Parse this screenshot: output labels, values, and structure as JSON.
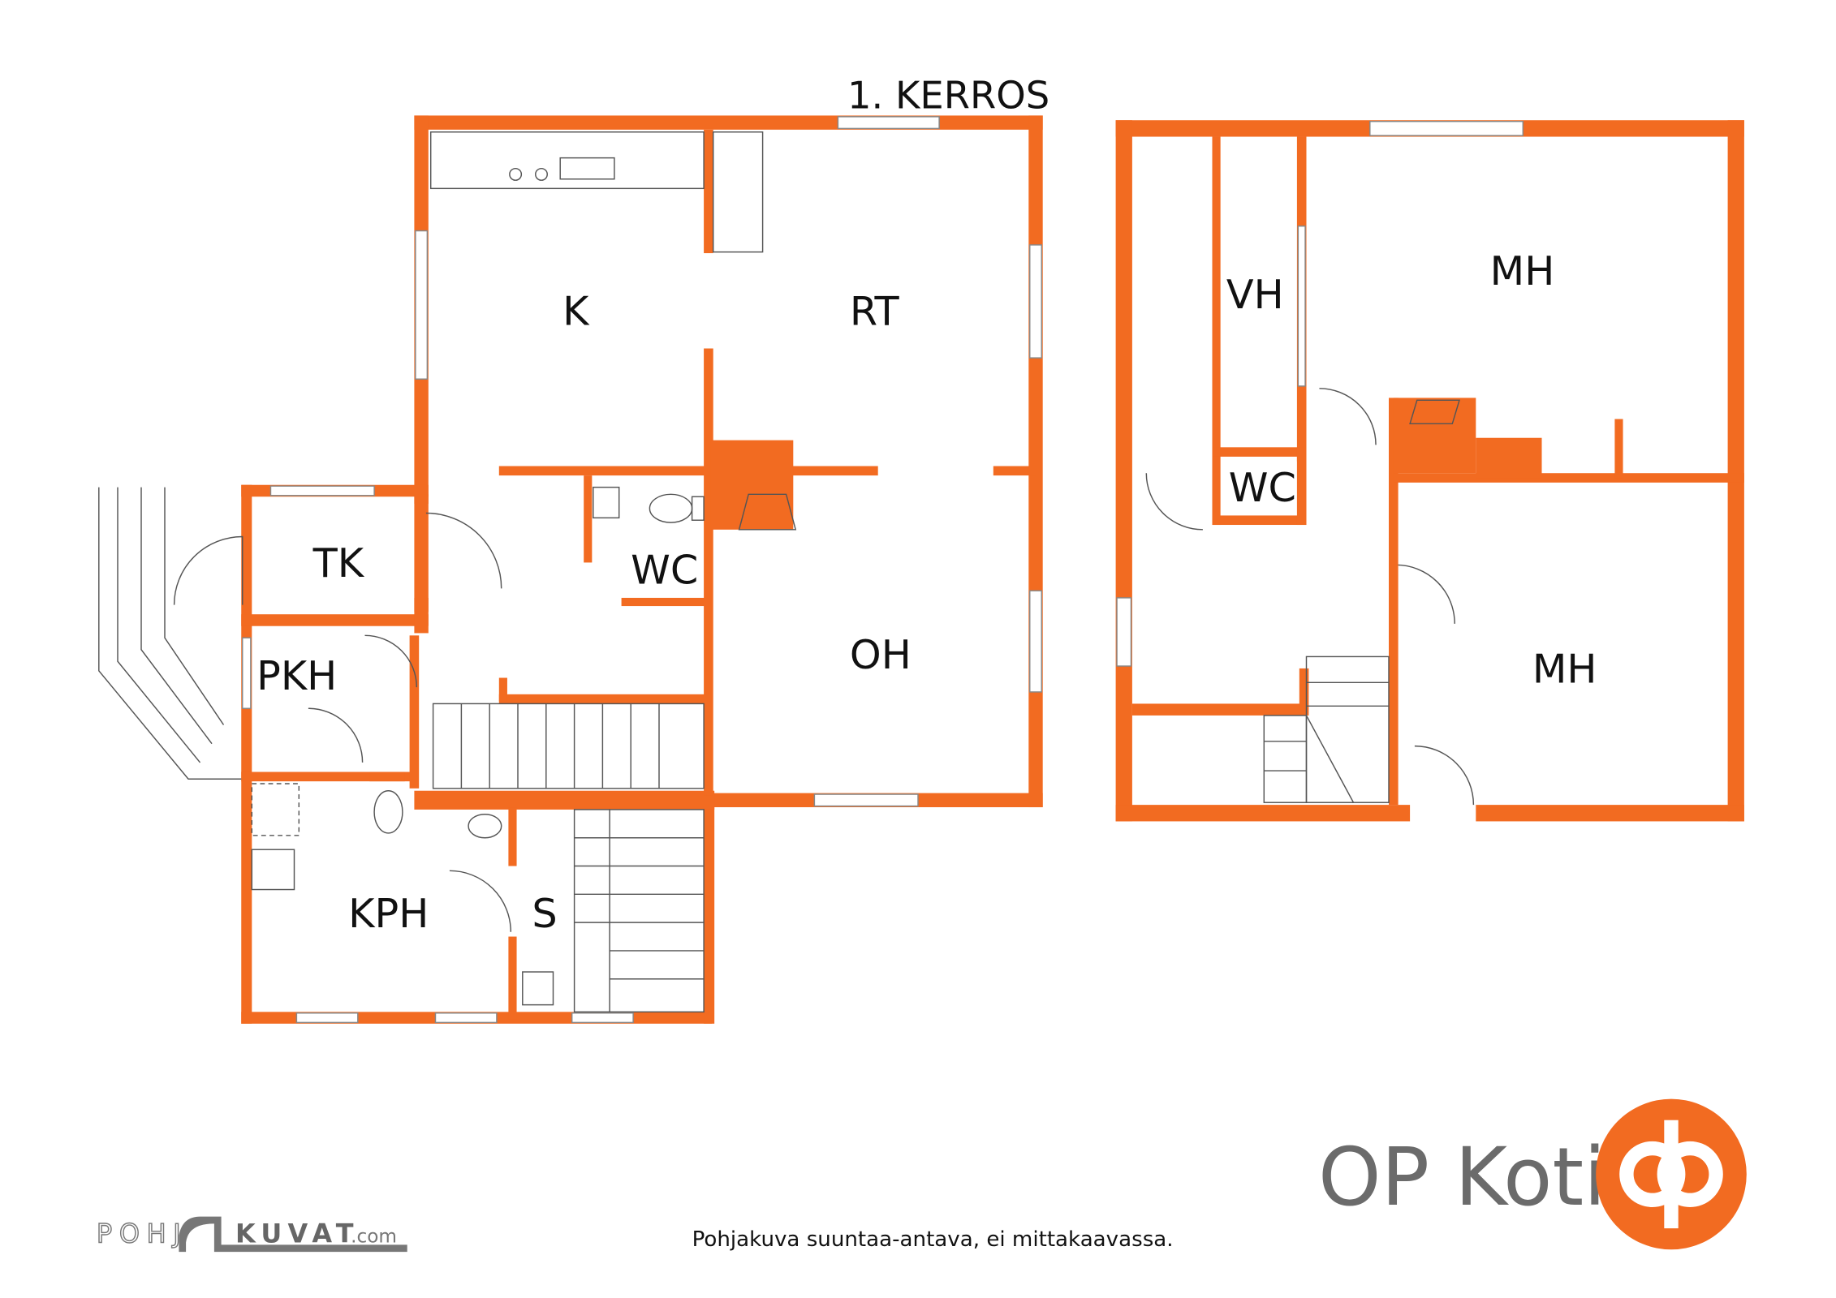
{
  "title": "1. KERROS",
  "colors": {
    "wall": "#f26b21",
    "logo_text": "#6b6b6b"
  },
  "ground_floor_rooms": [
    "K",
    "RT",
    "TK",
    "WC",
    "PKH",
    "OH",
    "KPH",
    "S"
  ],
  "upper_floor_rooms": [
    "VH",
    "MH",
    "WC",
    "MH"
  ],
  "footer": {
    "disclaimer": "Pohjakuva suuntaa-antava, ei mittakaavassa.",
    "pohjakuvat_logo": "POHJAKUVAT.com",
    "op_text": "OP Koti"
  }
}
